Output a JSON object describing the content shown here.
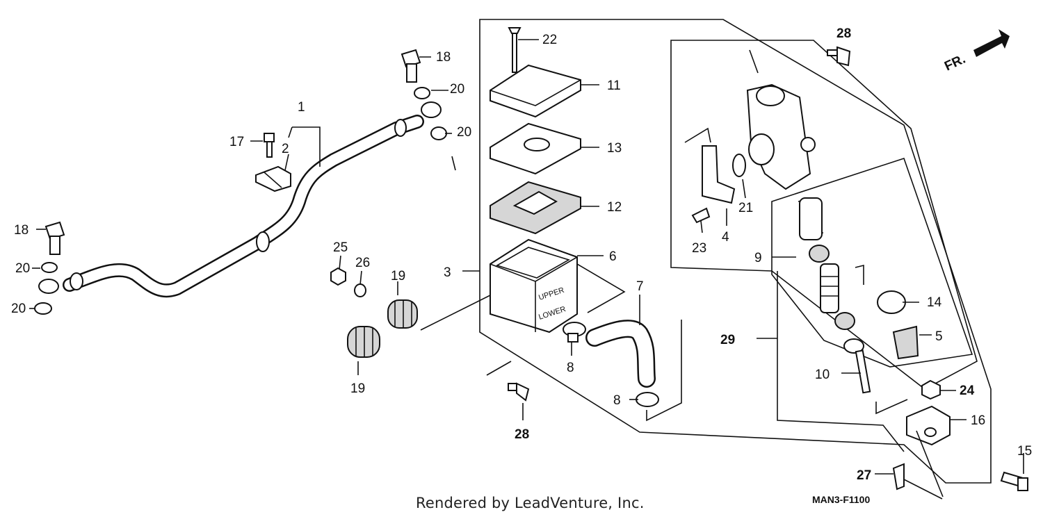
{
  "direction_label": "FR.",
  "footer": {
    "credit": "Rendered by LeadVenture, Inc.",
    "diagram_code": "MAN3-F1100"
  },
  "callouts": {
    "c1": "1",
    "c2": "2",
    "c3": "3",
    "c4": "4",
    "c5": "5",
    "c6": "6",
    "c7": "7",
    "c8a": "8",
    "c8b": "8",
    "c9": "9",
    "c10": "10",
    "c11": "11",
    "c12": "12",
    "c13": "13",
    "c14": "14",
    "c15": "15",
    "c16": "16",
    "c17": "17",
    "c18a": "18",
    "c18b": "18",
    "c19a": "19",
    "c19b": "19",
    "c20a": "20",
    "c20b": "20",
    "c20c": "20",
    "c20d": "20",
    "c21": "21",
    "c22": "22",
    "c23": "23",
    "c24": "24",
    "c25": "25",
    "c26": "26",
    "c27": "27",
    "c28a": "28",
    "c28b": "28",
    "c29": "29"
  },
  "reservoir_labels": {
    "upper": "UPPER",
    "lower": "LOWER"
  }
}
